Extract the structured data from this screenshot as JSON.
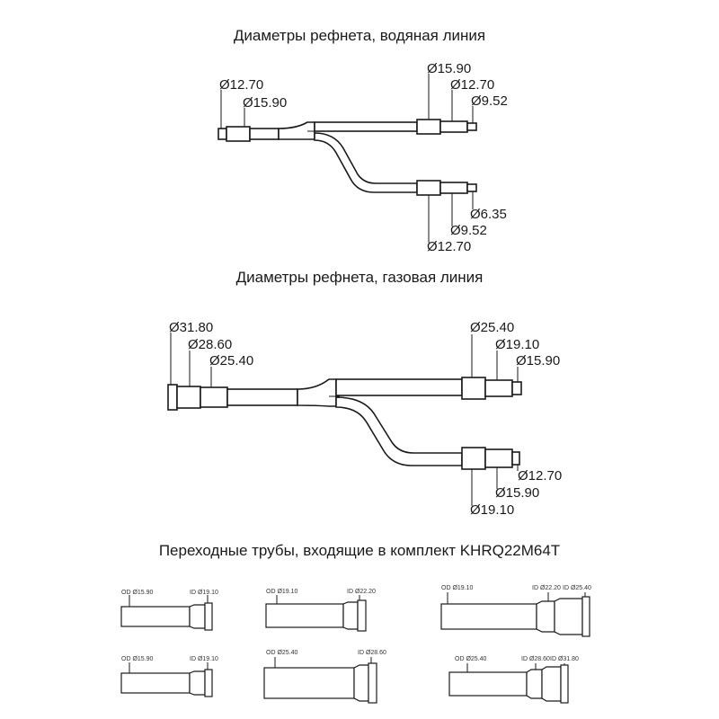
{
  "titles": {
    "liquid": "Диаметры рефнета, водяная линия",
    "gas": "Диаметры рефнета, газовая линия",
    "adapters": "Переходные трубы, входящие в комплект KHRQ22M64T"
  },
  "liquid_labels": {
    "inlet_a": "Ø12.70",
    "inlet_b": "Ø15.90",
    "top_a": "Ø15.90",
    "top_b": "Ø12.70",
    "top_c": "Ø9.52",
    "bot_a": "Ø6.35",
    "bot_b": "Ø9.52",
    "bot_c": "Ø12.70"
  },
  "gas_labels": {
    "inlet_a": "Ø31.80",
    "inlet_b": "Ø28.60",
    "inlet_c": "Ø25.40",
    "top_a": "Ø25.40",
    "top_b": "Ø19.10",
    "top_c": "Ø15.90",
    "bot_a": "Ø12.70",
    "bot_b": "Ø15.90",
    "bot_c": "Ø19.10"
  },
  "adapters": [
    {
      "od": "OD Ø15.90",
      "id1": "ID Ø19.10",
      "id2": ""
    },
    {
      "od": "OD Ø19.10",
      "id1": "ID Ø22.20",
      "id2": ""
    },
    {
      "od": "OD Ø19.10",
      "id1": "ID Ø22.20",
      "id2": "ID Ø25.40"
    },
    {
      "od": "OD Ø15.90",
      "id1": "ID Ø19.10",
      "id2": ""
    },
    {
      "od": "OD Ø25.40",
      "id1": "ID Ø28.60",
      "id2": ""
    },
    {
      "od": "OD Ø25.40",
      "id1": "ID Ø28.60",
      "id2": "ID Ø31.80"
    }
  ]
}
